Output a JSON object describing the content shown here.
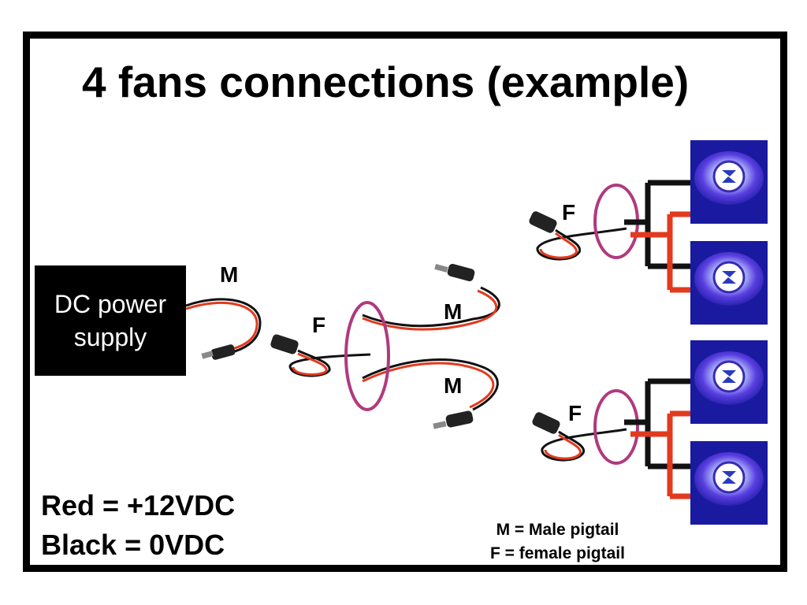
{
  "title": "4 fans connections (example)",
  "power_supply": {
    "line1": "DC power",
    "line2": "supply"
  },
  "labels": {
    "psu_male": "M",
    "splitter_female": "F",
    "splitter_male_top": "M",
    "splitter_male_bottom": "M",
    "upper_female": "F",
    "lower_female": "F"
  },
  "legend_colors": {
    "line1": "Red = +12VDC",
    "line2": "Black = 0VDC"
  },
  "legend_pigtails": {
    "line1": "M = Male pigtail",
    "line2": "F = female pigtail"
  },
  "colors": {
    "red_wire": "#e23a1e",
    "black_wire": "#111111",
    "ellipse": "#b03a7e",
    "fan_bg": "#1a1aa0"
  }
}
